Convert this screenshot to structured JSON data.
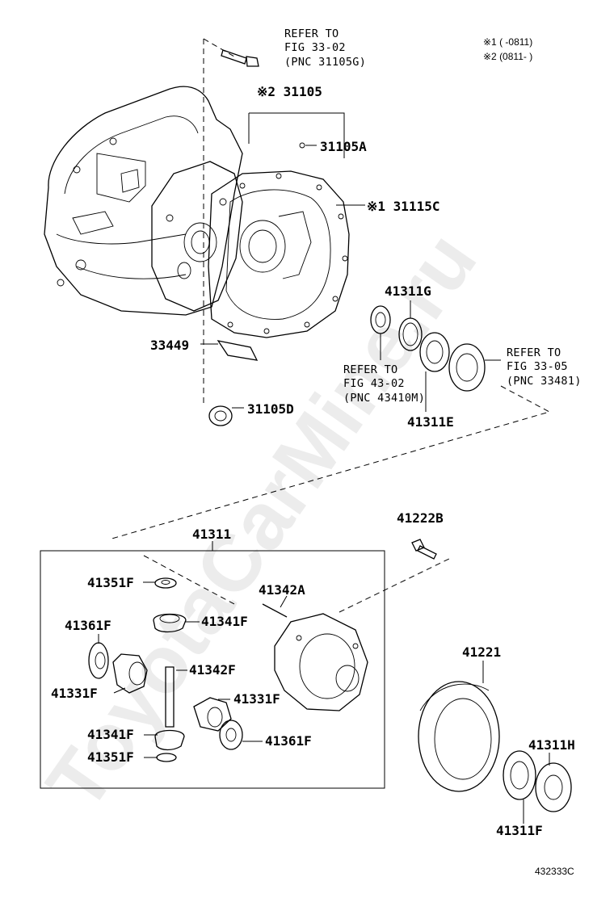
{
  "legend": {
    "note1": "※1 (      -0811)",
    "note2": "※2 (0811-      )"
  },
  "references": {
    "ref1": [
      "REFER TO",
      "FIG 33-02",
      "(PNC 31105G)"
    ],
    "ref2": [
      "REFER TO",
      "FIG 43-02",
      "(PNC 43410M)"
    ],
    "ref3": [
      "REFER TO",
      "FIG 33-05",
      "(PNC 33481)"
    ]
  },
  "labels": {
    "p31105": "※2 31105",
    "p31105A": "31105A",
    "p31115C": "※1 31115C",
    "p41311G": "41311G",
    "p33449": "33449",
    "p31105D": "31105D",
    "p41311E": "41311E",
    "p41311": "41311",
    "p41222B": "41222B",
    "p41351F_top": "41351F",
    "p41342A": "41342A",
    "p41341F_top": "41341F",
    "p41361F_left": "41361F",
    "p41342F": "41342F",
    "p41331F_left": "41331F",
    "p41331F_right": "41331F",
    "p41341F_bottom": "41341F",
    "p41361F_right": "41361F",
    "p41351F_bottom": "41351F",
    "p41221": "41221",
    "p41311H": "41311H",
    "p41311F": "41311F"
  },
  "figure_id": "432333C",
  "watermark": "ToyotaCarMine.ru"
}
